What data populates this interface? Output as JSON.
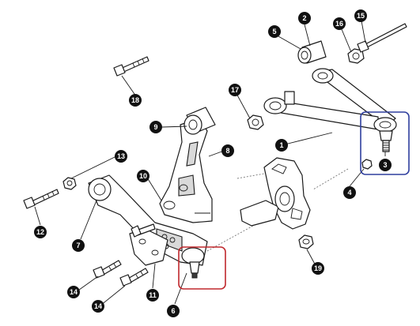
{
  "callouts": [
    {
      "id": "1",
      "label": "1"
    },
    {
      "id": "2",
      "label": "2"
    },
    {
      "id": "3",
      "label": "3"
    },
    {
      "id": "4",
      "label": "4"
    },
    {
      "id": "5",
      "label": "5"
    },
    {
      "id": "6",
      "label": "6"
    },
    {
      "id": "7",
      "label": "7"
    },
    {
      "id": "8",
      "label": "8"
    },
    {
      "id": "9",
      "label": "9"
    },
    {
      "id": "10",
      "label": "10"
    },
    {
      "id": "11",
      "label": "11"
    },
    {
      "id": "12",
      "label": "12"
    },
    {
      "id": "13",
      "label": "13"
    },
    {
      "id": "14a",
      "label": "14"
    },
    {
      "id": "14b",
      "label": "14"
    },
    {
      "id": "15",
      "label": "15"
    },
    {
      "id": "16",
      "label": "16"
    },
    {
      "id": "17",
      "label": "17"
    },
    {
      "id": "18",
      "label": "18"
    },
    {
      "id": "19",
      "label": "19"
    }
  ],
  "highlights": {
    "upper_ball_joint": {
      "color": "#2f3f9e"
    },
    "lower_ball_joint": {
      "color": "#c0282d"
    }
  }
}
